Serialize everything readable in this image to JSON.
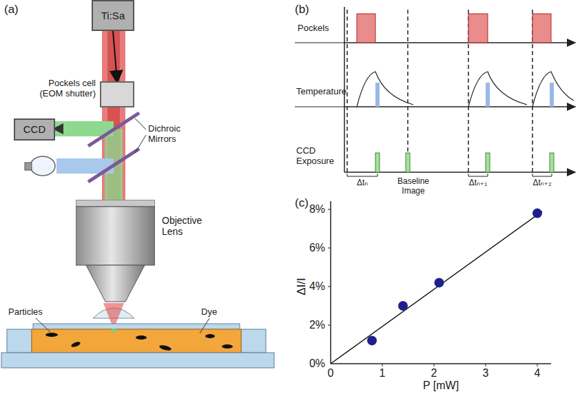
{
  "diagram": {
    "nodes": [
      {
        "text": [
          "Ti:Sa"
        ]
      },
      {
        "text": [
          "Pockels cell (EOM shutter)"
        ]
      },
      {
        "text": [
          "CCD"
        ]
      },
      {
        "text": [
          "Objective Lens"
        ]
      }
    ],
    "edges": [
      {
        "from": 0,
        "to": 1,
        "arrow": "to"
      }
    ],
    "labels": [
      "(a)",
      "Dichroic Mirrors",
      "Particles",
      "Dye",
      "(b)",
      "Pockels",
      "Temperature",
      "CCD Exposure",
      "Δtₙ",
      "Baseline Image",
      "Δtₙ₊₁",
      "Δtₙ₊₂",
      "(c)",
      "8%",
      "6%",
      "4%",
      "2%",
      "0%",
      "0",
      "1",
      "2",
      "3",
      "4",
      "ΔI/I",
      "P [mW]"
    ]
  }
}
